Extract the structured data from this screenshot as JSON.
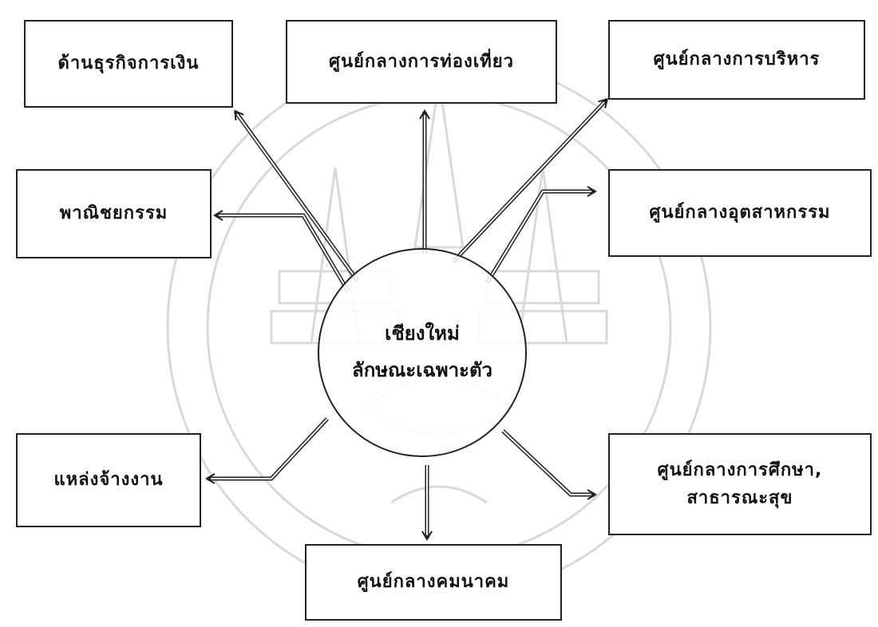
{
  "center": {
    "line1": "เชียงใหม่",
    "line2": "ลักษณะเฉพาะตัว"
  },
  "nodes": {
    "finance": "ด้านธุรกิจการเงิน",
    "tourism": "ศูนย์กลางการท่องเที่ยว",
    "administration": "ศูนย์กลางการบริหาร",
    "commerce": "พาณิชยกรรม",
    "industry": "ศูนย์กลางอุตสาหกรรม",
    "employment": "แหล่งจ้างงาน",
    "education_line1": "ศูนย์กลางการศึกษา,",
    "education_line2": "สาธารณะสุข",
    "transport": "ศูนย์กลางคมนาคม"
  },
  "colors": {
    "line": "#222222",
    "watermark": "#d8d8d8"
  }
}
